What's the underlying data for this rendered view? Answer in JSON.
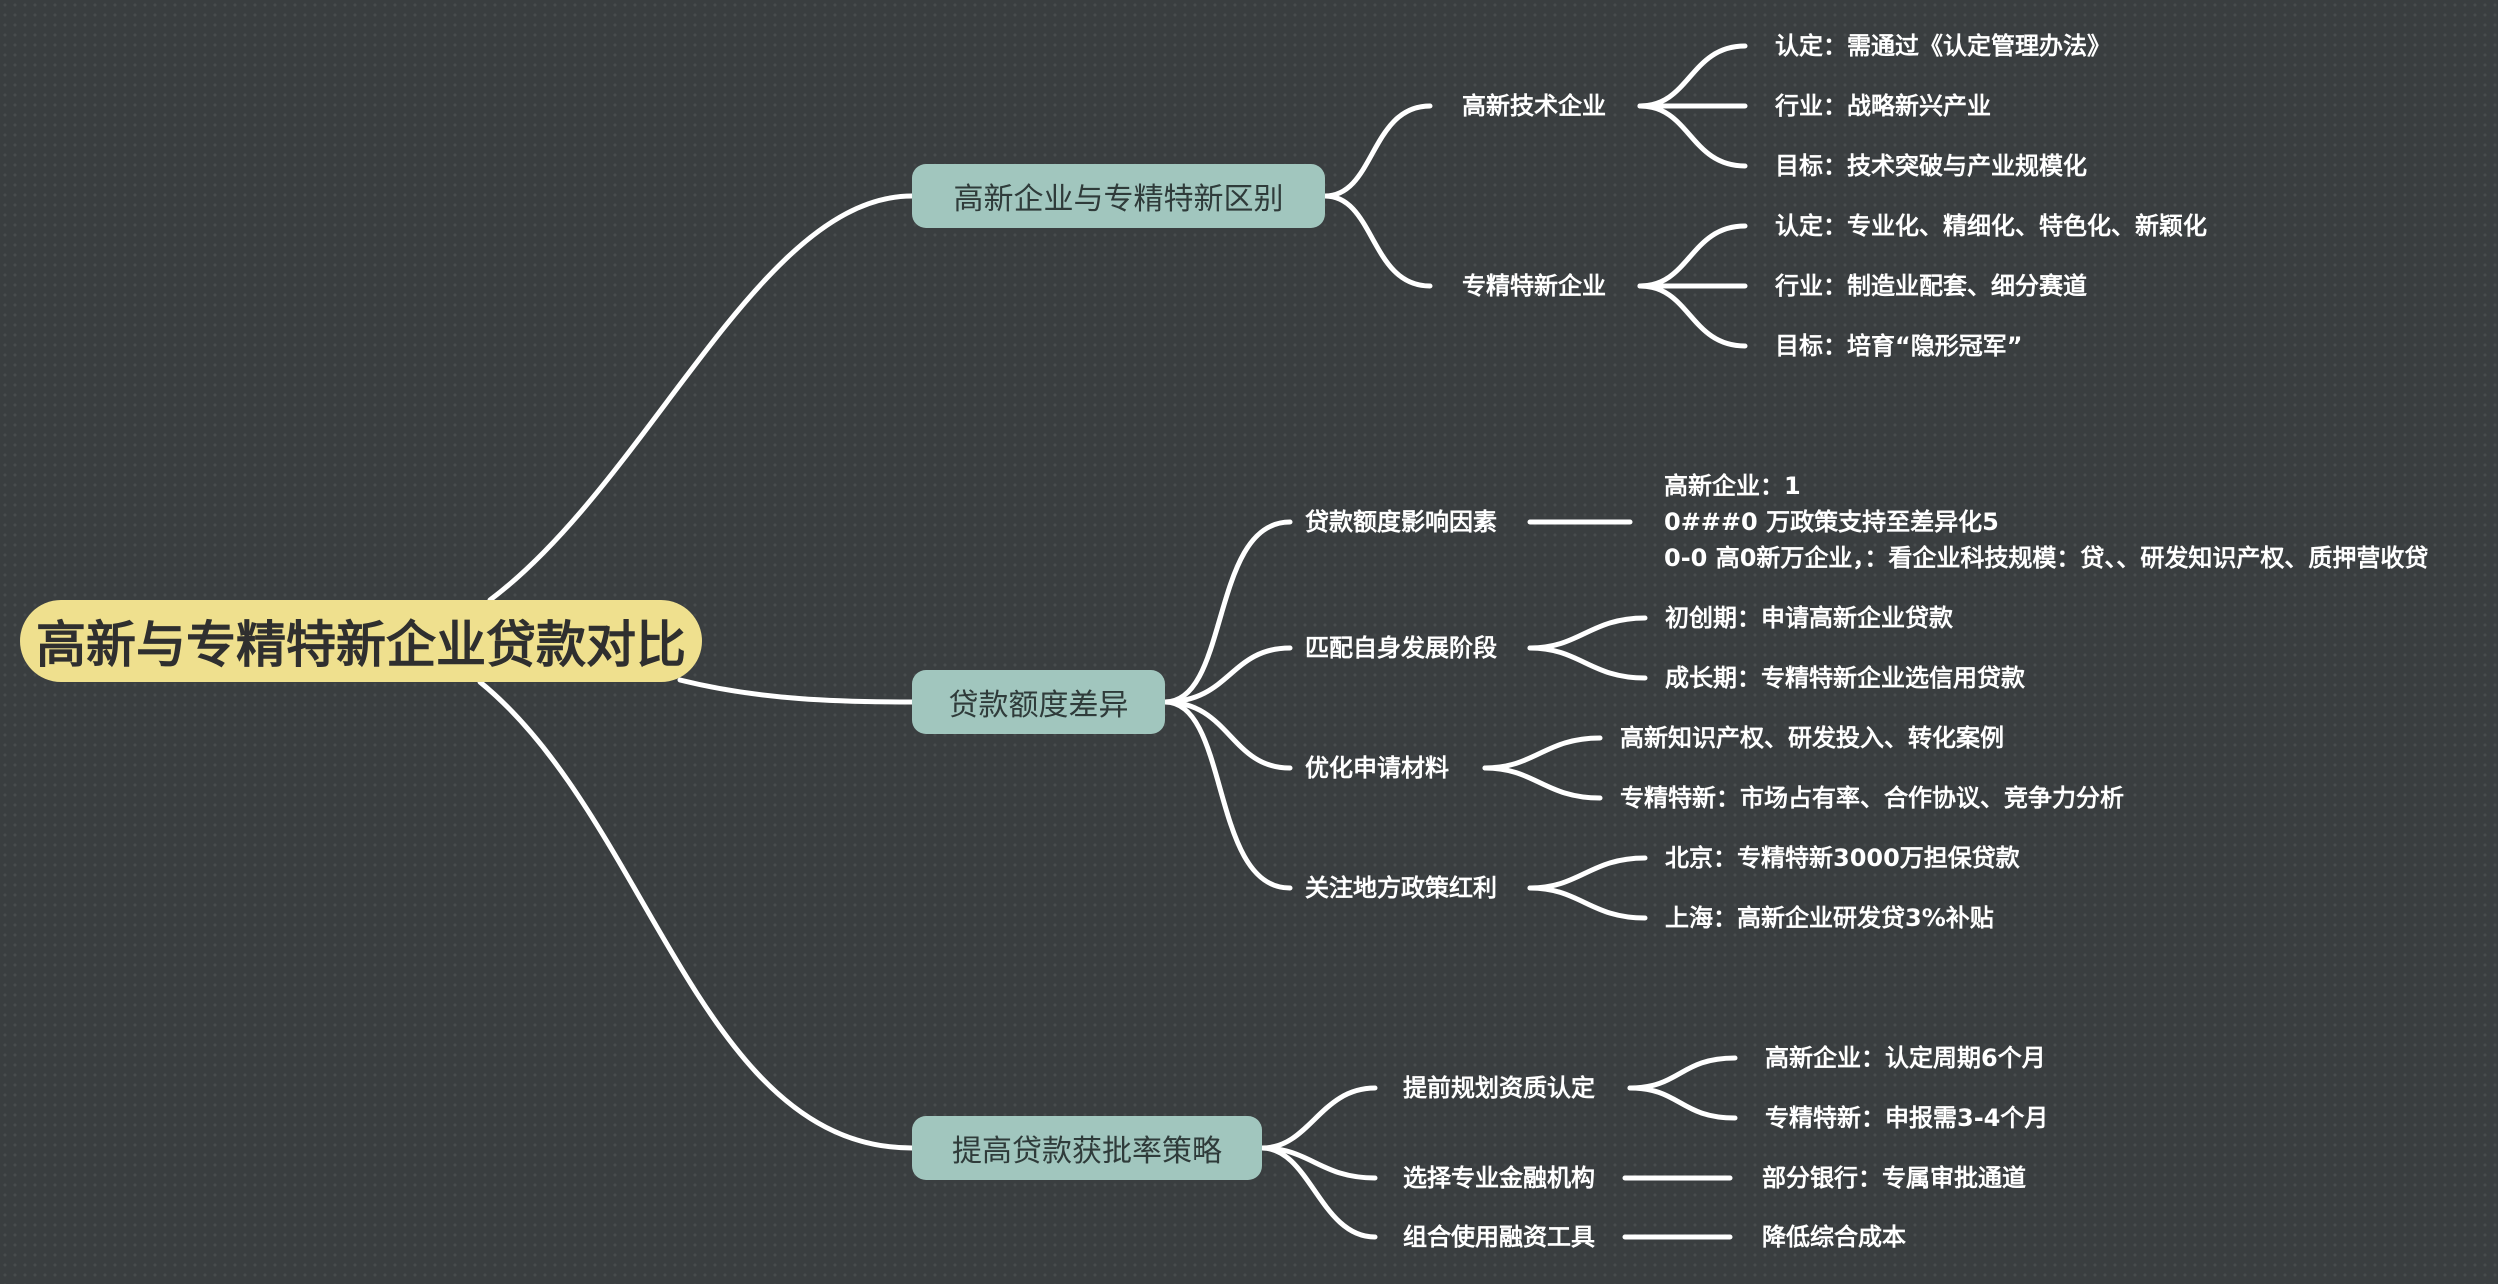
{
  "root": {
    "label": "高新与专精特新企业贷款对比"
  },
  "branches": [
    {
      "label": "高新企业与专精特新区别",
      "children": [
        {
          "label": "高新技术企业",
          "leaves": [
            "认定：需通过《认定管理办法》",
            "行业：战略新兴产业",
            "目标：技术突破与产业规模化"
          ]
        },
        {
          "label": "专精特新企业",
          "leaves": [
            "认定：专业化、精细化、特色化、新颖化",
            "行业：制造业配套、细分赛道",
            "目标：培育“隐形冠军”"
          ]
        }
      ]
    },
    {
      "label": "贷款额度差异",
      "children": [
        {
          "label": "贷款额度影响因素",
          "leaf_lines": [
            "高新企业：1",
            "0###0 万政策支持至差异化5",
            "0-0 高0新万企业，：看企业科技规模：贷、、研发知识产权、质押营收贷"
          ]
        },
        {
          "label": "匹配自身发展阶段",
          "leaves": [
            "初创期：申请高新企业贷款",
            "成长期：专精特新企业选信用贷款"
          ]
        },
        {
          "label": "优化申请材料",
          "leaves": [
            "高新知识产权、研发投入、转化案例",
            "专精特新：市场占有率、合作协议、竞争力分析"
          ]
        },
        {
          "label": "关注地方政策红利",
          "leaves": [
            "北京：专精特新3000万担保贷款",
            "上海：高新企业研发贷3%补贴"
          ]
        }
      ]
    },
    {
      "label": "提高贷款获批率策略",
      "children": [
        {
          "label": "提前规划资质认定",
          "leaves": [
            "高新企业：认定周期6个月",
            "专精特新：申报需3-4个月"
          ]
        },
        {
          "label": "选择专业金融机构",
          "leaves": [
            "部分银行：专属审批通道"
          ]
        },
        {
          "label": "组合使用融资工具",
          "leaves": [
            "降低综合成本"
          ]
        }
      ]
    }
  ]
}
